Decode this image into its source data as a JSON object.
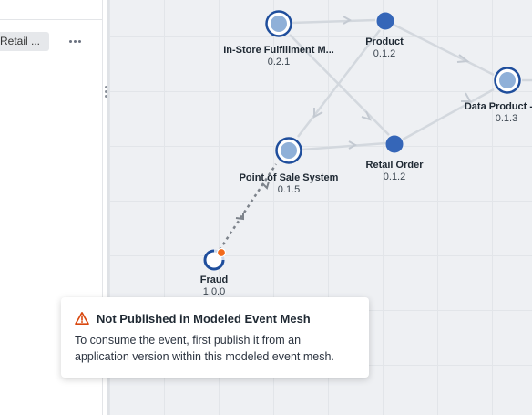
{
  "left_panel": {
    "tag_label": "Retail ...",
    "more_icon": "more-horizontal-icon"
  },
  "graph": {
    "nodes": [
      {
        "id": "in-store",
        "name": "In-Store Fulfillment M...",
        "version": "0.2.1",
        "kind": "application"
      },
      {
        "id": "product",
        "name": "Product",
        "version": "0.1.2",
        "kind": "event"
      },
      {
        "id": "data-product",
        "name": "Data Product - Re",
        "version": "0.1.3",
        "kind": "application"
      },
      {
        "id": "pos",
        "name": "Point of Sale System",
        "version": "0.1.5",
        "kind": "application"
      },
      {
        "id": "retail-order",
        "name": "Retail Order",
        "version": "0.1.2",
        "kind": "event"
      },
      {
        "id": "fraud",
        "name": "Fraud",
        "version": "1.0.0",
        "kind": "event-unpublished"
      }
    ],
    "colors": {
      "node": "#1f4e9c",
      "node_fill": "#8fb0d8",
      "edge": "#d0d5db",
      "dashed_edge": "#7d838b",
      "unpublished_dot": "#f26a1b"
    }
  },
  "tooltip": {
    "title": "Not Published in Modeled Event Mesh",
    "body": "To consume the event, first publish it from an application version within this modeled event mesh.",
    "icon": "warning-triangle-icon",
    "icon_color": "#d9480f"
  }
}
